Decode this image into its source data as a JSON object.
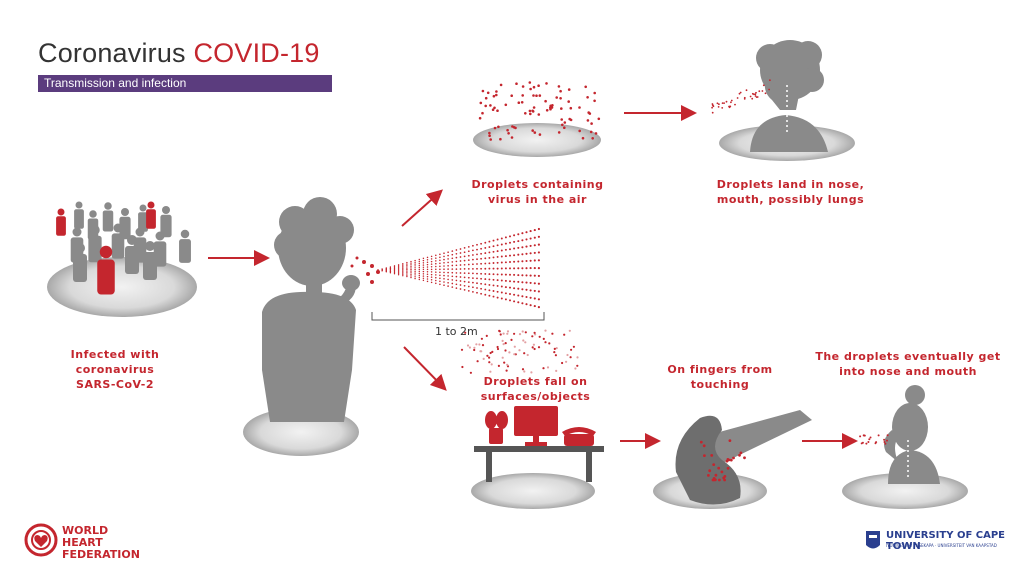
{
  "header": {
    "title_main": "Coronavirus ",
    "title_accent": "COVID-19",
    "subtitle": "Transmission and infection"
  },
  "steps": {
    "infected": [
      "Infected with",
      "coronavirus",
      "SARS-CoV-2"
    ],
    "droplets_air": [
      "Droplets containing",
      "virus in the air"
    ],
    "droplets_land": [
      "Droplets land in nose,",
      "mouth, possibly lungs"
    ],
    "droplets_fall": [
      "Droplets fall on",
      "surfaces/objects"
    ],
    "fingers": [
      "On fingers from",
      "touching"
    ],
    "eventually": [
      "The droplets eventually get",
      "into nose and mouth"
    ]
  },
  "distance_label": "1 to 2m",
  "logos": {
    "whf_lines": [
      "WORLD",
      "HEART",
      "FEDERATION"
    ],
    "uct_name": "UNIVERSITY OF CAPE TOWN",
    "uct_sub": "IYUNIVESITHI YASEKAPA · UNIVERSITEIT VAN KAAPSTAD"
  },
  "colors": {
    "accent_red": "#c4262e",
    "silhouette_gray": "#8a8a8a",
    "subtitle_purple": "#5b3c7e",
    "uct_blue": "#2a3f8f"
  }
}
